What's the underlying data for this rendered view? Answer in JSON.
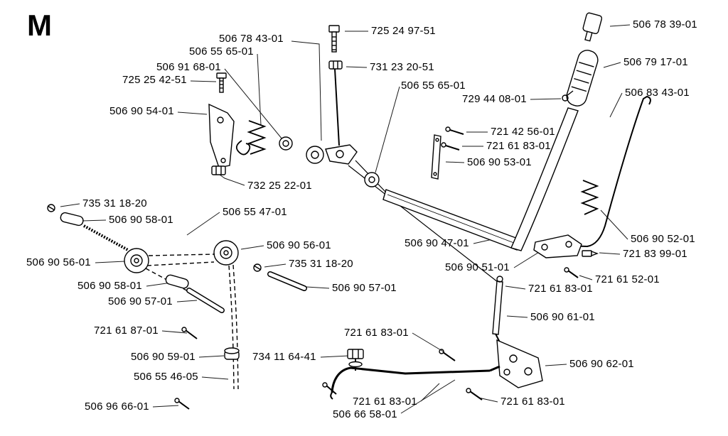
{
  "page": {
    "marker": "M",
    "background": "#ffffff",
    "ink": "#000000"
  },
  "labels": [
    "506 78 43-01",
    "506 55 65-01",
    "506 91 68-01",
    "725 25 42-51",
    "506 90 54-01",
    "725 24 97-51",
    "731 23 20-51",
    "506 55 65-01",
    "729 44 08-01",
    "506 78 39-01",
    "506 79 17-01",
    "506 83 43-01",
    "721 42 56-01",
    "721 61 83-01",
    "506 90 53-01",
    "732 25 22-01",
    "735 31 18-20",
    "506 90 58-01",
    "506 55 47-01",
    "506 90 56-01",
    "506 90 56-01",
    "735 31 18-20",
    "506 90 58-01",
    "506 90 57-01",
    "506 90 57-01",
    "506 90 47-01",
    "506 90 51-01",
    "506 90 52-01",
    "721 83 99-01",
    "721 61 52-01",
    "721 61 83-01",
    "506 90 61-01",
    "721 61 87-01",
    "506 90 59-01",
    "734 11 64-41",
    "721 61 83-01",
    "506 55 46-05",
    "506 90 62-01",
    "506 96 66-01",
    "721 61 83-01",
    "506 66 58-01",
    "721 61 83-01"
  ]
}
